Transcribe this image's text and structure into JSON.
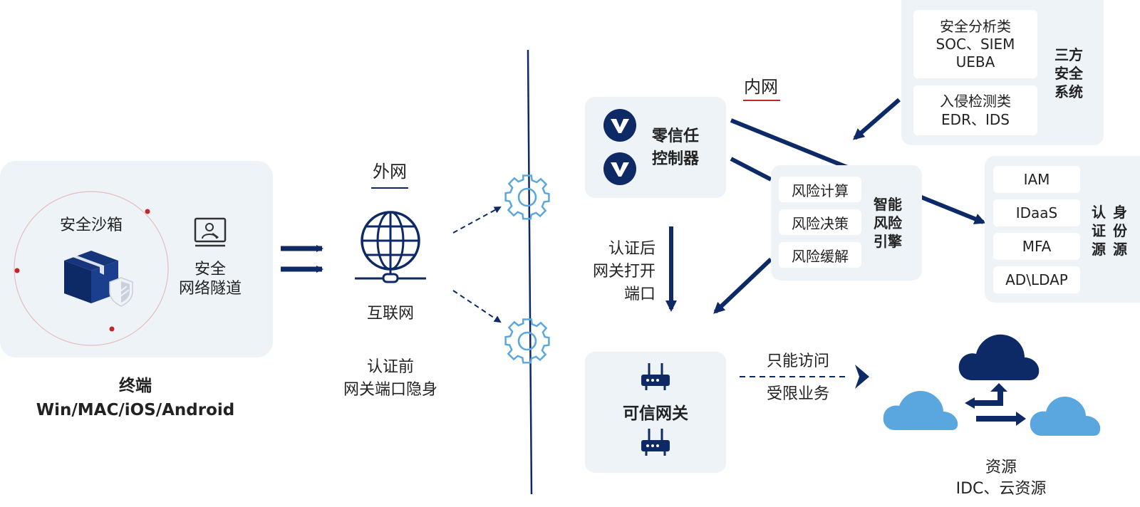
{
  "terminal": {
    "sandbox_label": "安全沙箱",
    "tunnel_label_1": "安全",
    "tunnel_label_2": "网络隧道",
    "title": "终端",
    "platforms": "Win/MAC/iOS/Android"
  },
  "external": {
    "zone_label": "外网",
    "internet_label": "互联网",
    "pre_auth_1": "认证前",
    "pre_auth_2": "网关端口隐身"
  },
  "internal": {
    "zone_label": "内网"
  },
  "controller": {
    "label_1": "零信任",
    "label_2": "控制器"
  },
  "post_auth": {
    "line_1": "认证后",
    "line_2": "网关打开",
    "line_3": "端口"
  },
  "gateway": {
    "label": "可信网关"
  },
  "access": {
    "line_1": "只能访问",
    "line_2": "受限业务"
  },
  "resources": {
    "line_1": "资源",
    "line_2": "IDC、云资源"
  },
  "risk_engine": {
    "items": [
      "风险计算",
      "风险决策",
      "风险缓解"
    ],
    "label_1": "智能",
    "label_2": "风险",
    "label_3": "引擎"
  },
  "third_party": {
    "box1_line1": "安全分析类",
    "box1_line2": "SOC、SIEM",
    "box1_line3": "UEBA",
    "box2_line1": "入侵检测类",
    "box2_line2": "EDR、IDS",
    "label_1": "三方",
    "label_2": "安全",
    "label_3": "系统"
  },
  "identity": {
    "items": [
      "IAM",
      "IDaaS",
      "MFA",
      "AD\\LDAP"
    ],
    "col1": [
      "认",
      "证",
      "源"
    ],
    "col2": [
      "身",
      "份",
      "源"
    ]
  },
  "colors": {
    "navy": "#0e2a66",
    "light_blue": "#5aa7df",
    "panel": "#eef3f8",
    "accent_red": "#c0272d"
  }
}
